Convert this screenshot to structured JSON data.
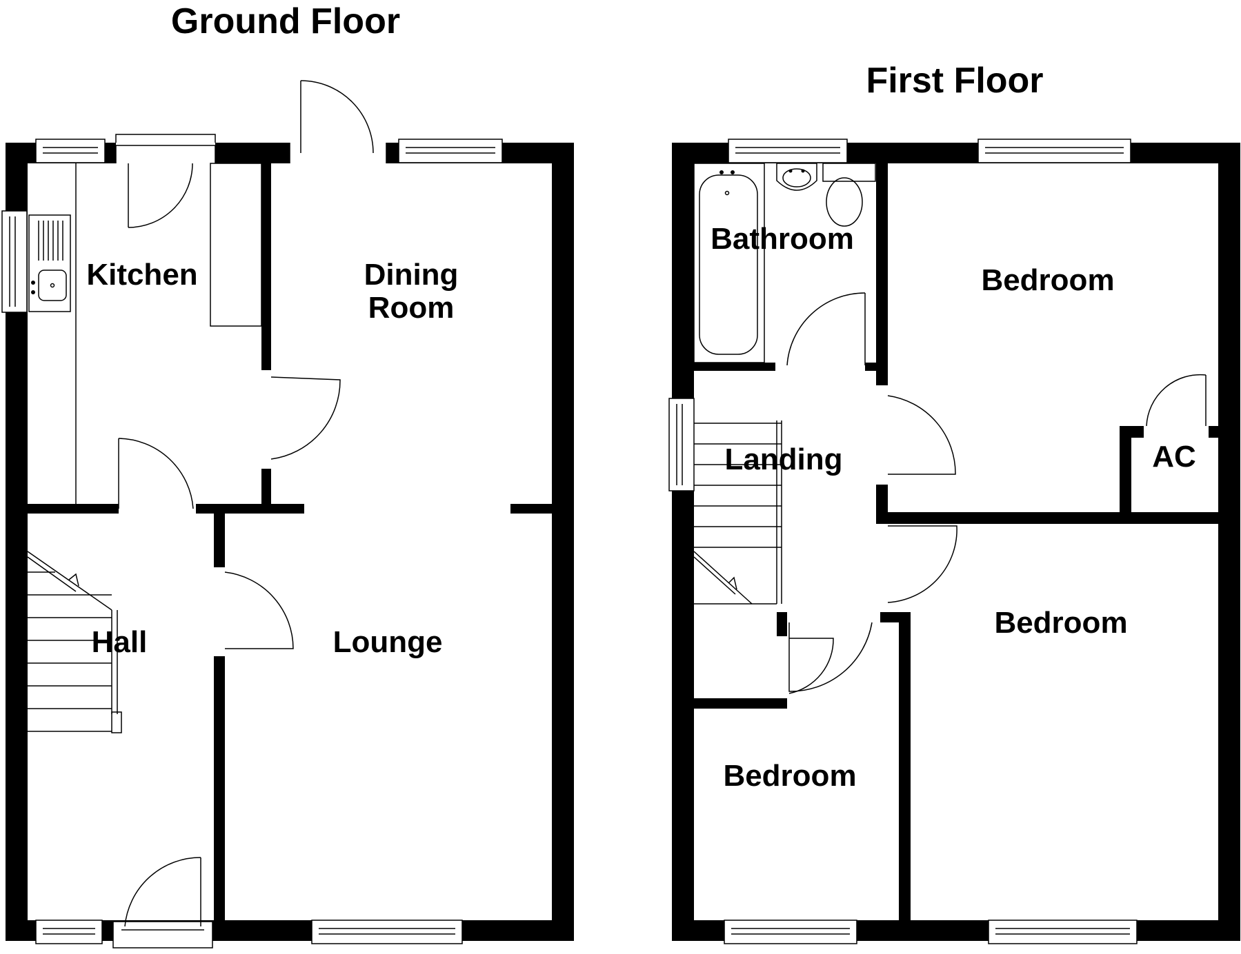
{
  "ground_floor": {
    "title": "Ground Floor",
    "rooms": {
      "kitchen": "Kitchen",
      "dining_line1": "Dining",
      "dining_line2": "Room",
      "hall": "Hall",
      "lounge": "Lounge"
    }
  },
  "first_floor": {
    "title": "First Floor",
    "rooms": {
      "bathroom": "Bathroom",
      "bedroom_rear": "Bedroom",
      "landing": "Landing",
      "airing_cupboard": "AC",
      "bedroom_front_large": "Bedroom",
      "bedroom_front_small": "Bedroom"
    }
  }
}
